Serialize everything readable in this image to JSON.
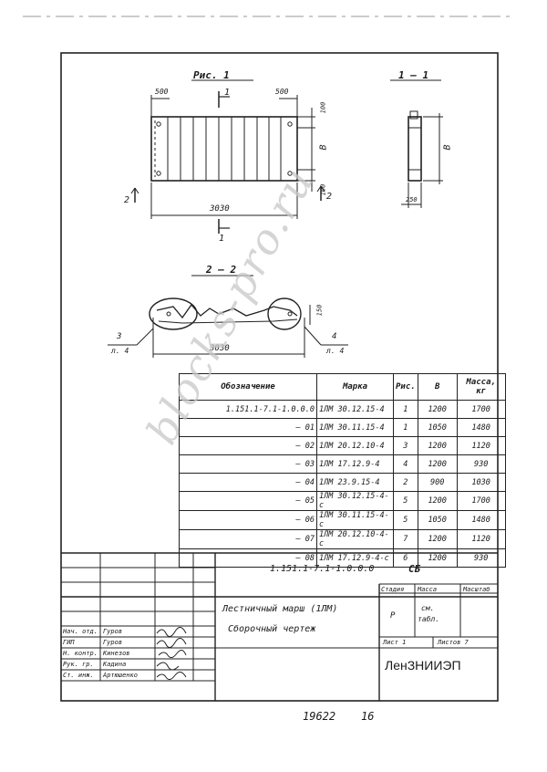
{
  "drawing": {
    "fig1_title": "Рис. 1",
    "section11_title": "1 — 1",
    "section22_title": "2 — 2",
    "dim_500_left": "500",
    "dim_500_right": "500",
    "dim_100_top": "100",
    "dim_100_bottom": "100",
    "dim_B": "B",
    "dim_B_side": "B",
    "dim_3030_top": "3030",
    "dim_3030_bottom": "3030",
    "dim_250": "250",
    "dim_150": "150",
    "cut1_top": "1",
    "cut1_bottom": "1",
    "cut2_left": "2",
    "cut2_right": "2",
    "callout3_num": "3",
    "callout3_sheet": "л. 4",
    "callout4_num": "4",
    "callout4_sheet": "л. 4"
  },
  "spec_table": {
    "headers": [
      "Обозначение",
      "Марка",
      "Рис.",
      "B",
      "Масса, кг"
    ],
    "rows": [
      [
        "1.151.1-7.1-1.0.0.0",
        "1ЛМ 30.12.15-4",
        "1",
        "1200",
        "1700"
      ],
      [
        "— 01",
        "1ЛМ 30.11.15-4",
        "1",
        "1050",
        "1480"
      ],
      [
        "— 02",
        "1ЛМ 20.12.10-4",
        "3",
        "1200",
        "1120"
      ],
      [
        "— 03",
        "1ЛМ 17.12.9-4",
        "4",
        "1200",
        "930"
      ],
      [
        "— 04",
        "1ЛМ 23.9.15-4",
        "2",
        "900",
        "1030"
      ],
      [
        "— 05",
        "1ЛМ 30.12.15-4-с",
        "5",
        "1200",
        "1700"
      ],
      [
        "— 06",
        "1ЛМ 30.11.15-4-с",
        "5",
        "1050",
        "1480"
      ],
      [
        "— 07",
        "1ЛМ 20.12.10-4-с",
        "7",
        "1200",
        "1120"
      ],
      [
        "— 08",
        "1ЛМ 17.12.9-4-с",
        "6",
        "1200",
        "930"
      ]
    ]
  },
  "title_block": {
    "designation": "1.151.1-7.1-1.0.0.0",
    "doc_code": "СБ",
    "title_line1": "Лестничный марш (1ЛМ)",
    "title_line2": "Сборочный чертеж",
    "col_stage": "Стадия",
    "col_mass": "Масса",
    "col_scale": "Масштаб",
    "stage_value": "Р",
    "mass_value_1": "см.",
    "mass_value_2": "табл.",
    "sheet_label": "Лист 1",
    "sheets_label": "Листов 7",
    "organization": "ЛенЗНИИЭП",
    "signers": [
      {
        "role": "Нач. отд.",
        "name": "Гуров"
      },
      {
        "role": "ГИП",
        "name": "Гуров"
      },
      {
        "role": "Н. контр.",
        "name": "Кинезов"
      },
      {
        "role": "Рук. гр.",
        "name": "Кадина"
      },
      {
        "role": "Ст. инж.",
        "name": "Артюшенко"
      }
    ]
  },
  "footer": {
    "number": "19622",
    "suffix": "16"
  },
  "watermark": "blocks-pro.ru"
}
